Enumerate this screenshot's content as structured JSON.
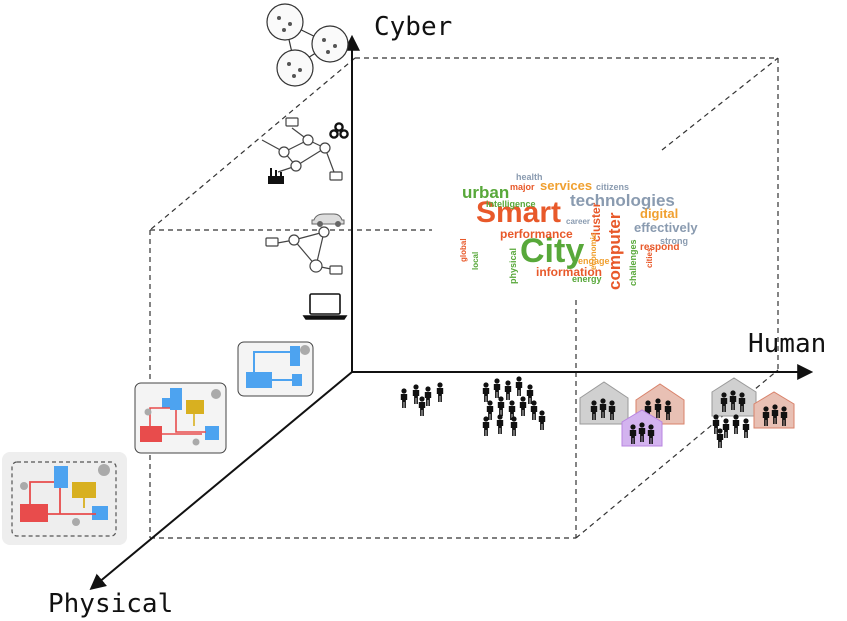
{
  "axes": {
    "cyber": "Cyber",
    "human": "Human",
    "physical": "Physical"
  },
  "word_cloud": {
    "words": [
      {
        "text": "Smart",
        "color": "#e8592a",
        "size": 30
      },
      {
        "text": "City",
        "color": "#58a83a",
        "size": 34
      },
      {
        "text": "technologies",
        "color": "#8a9bb0",
        "size": 17
      },
      {
        "text": "computer",
        "color": "#e8592a",
        "size": 17
      },
      {
        "text": "urban",
        "color": "#58a83a",
        "size": 17
      },
      {
        "text": "services",
        "color": "#f0a030",
        "size": 13
      },
      {
        "text": "performance",
        "color": "#e8592a",
        "size": 12
      },
      {
        "text": "information",
        "color": "#e8592a",
        "size": 12
      },
      {
        "text": "digital",
        "color": "#f0a030",
        "size": 13
      },
      {
        "text": "effectively",
        "color": "#8a9bb0",
        "size": 13
      },
      {
        "text": "cluster",
        "color": "#e8592a",
        "size": 12
      },
      {
        "text": "respond",
        "color": "#e8592a",
        "size": 10
      },
      {
        "text": "intelligence",
        "color": "#58a83a",
        "size": 9
      },
      {
        "text": "citizens",
        "color": "#8a9bb0",
        "size": 9
      },
      {
        "text": "energy",
        "color": "#58a83a",
        "size": 9
      },
      {
        "text": "engage",
        "color": "#f0a030",
        "size": 9
      },
      {
        "text": "strong",
        "color": "#8a9bb0",
        "size": 9
      },
      {
        "text": "challenges",
        "color": "#58a83a",
        "size": 9
      },
      {
        "text": "major",
        "color": "#e8592a",
        "size": 9
      },
      {
        "text": "health",
        "color": "#8a9bb0",
        "size": 9
      },
      {
        "text": "physical",
        "color": "#58a83a",
        "size": 9
      },
      {
        "text": "global",
        "color": "#e8592a",
        "size": 8
      },
      {
        "text": "local",
        "color": "#58a83a",
        "size": 8
      },
      {
        "text": "career",
        "color": "#8a9bb0",
        "size": 8
      },
      {
        "text": "cities",
        "color": "#e8592a",
        "size": 8
      },
      {
        "text": "economic",
        "color": "#f0a030",
        "size": 8
      }
    ]
  },
  "colors": {
    "axis": "#111111",
    "dashed": "#333333",
    "diagram_red": "#e84c4c",
    "diagram_blue": "#4da3f0",
    "diagram_yellow": "#d8b020",
    "house_gray": "#9a9a9a",
    "house_salmon": "#d9826a",
    "house_purple": "#b884e0",
    "people": "#111111"
  },
  "icons": {
    "network_clusters": "network-cluster-icon",
    "network_graph": "network-graph-icon",
    "laptop": "laptop-icon",
    "car": "car-icon",
    "factory": "factory-icon",
    "biohazard": "biohazard-icon",
    "control_diagram": "control-flow-diagram-icon",
    "people": "people-group-icon",
    "house": "house-icon"
  }
}
